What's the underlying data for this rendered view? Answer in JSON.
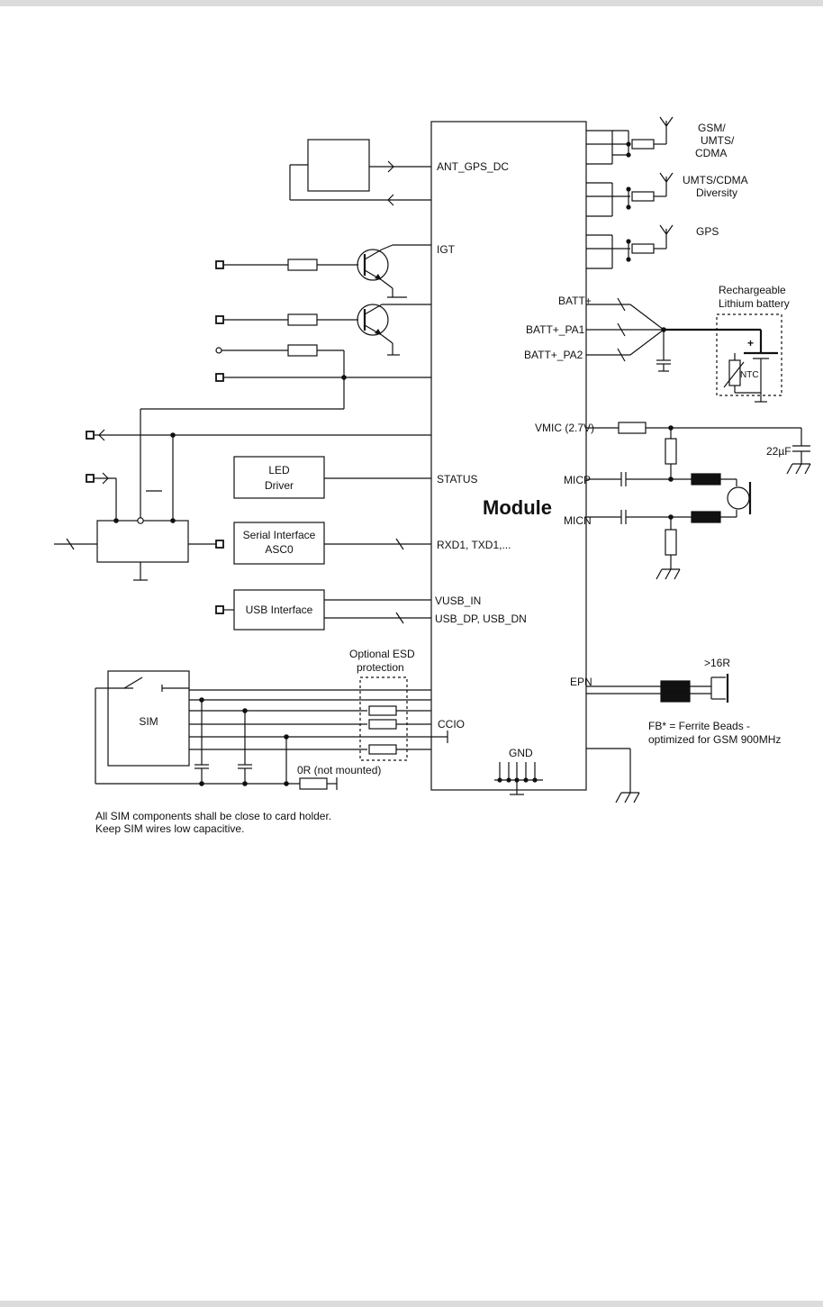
{
  "diagram": {
    "module_label": "Module",
    "pins": {
      "ant_gps_dc": "ANT_GPS_DC",
      "igt": "IGT",
      "batt_plus": "BATT+",
      "batt_pa1": "BATT+_PA1",
      "batt_pa2": "BATT+_PA2",
      "vmic": "VMIC (2.7V)",
      "micp": "MICP",
      "micn": "MICN",
      "status": "STATUS",
      "rxd_txd": "RXD1, TXD1,...",
      "vusb_in": "VUSB_IN",
      "usb_dp_dn": "USB_DP, USB_DN",
      "epn": "EPN",
      "ccio": "CCIO",
      "gnd": "GND"
    },
    "antennas": {
      "gsm": [
        "GSM/",
        "UMTS/",
        "CDMA"
      ],
      "diversity": [
        "UMTS/CDMA",
        "Diversity"
      ],
      "gps": "GPS"
    },
    "battery": {
      "label": [
        "Rechargeable",
        "Lithium battery"
      ],
      "plus": "+",
      "ntc": "NTC"
    },
    "capacitor_22uf": "22µF",
    "blocks": {
      "led_driver": [
        "LED",
        "Driver"
      ],
      "serial_interface": [
        "Serial Interface",
        "ASC0"
      ],
      "usb_interface": "USB Interface",
      "sim": "SIM"
    },
    "esd": [
      "Optional ESD",
      "protection"
    ],
    "zero_ohm": "0R (not mounted)",
    "speaker": ">16R",
    "ferrite_note": [
      "FB* = Ferrite Beads -",
      "optimized for GSM 900MHz"
    ],
    "sim_note": [
      "All SIM components shall be close to card holder.",
      "Keep SIM wires low capacitive."
    ]
  }
}
